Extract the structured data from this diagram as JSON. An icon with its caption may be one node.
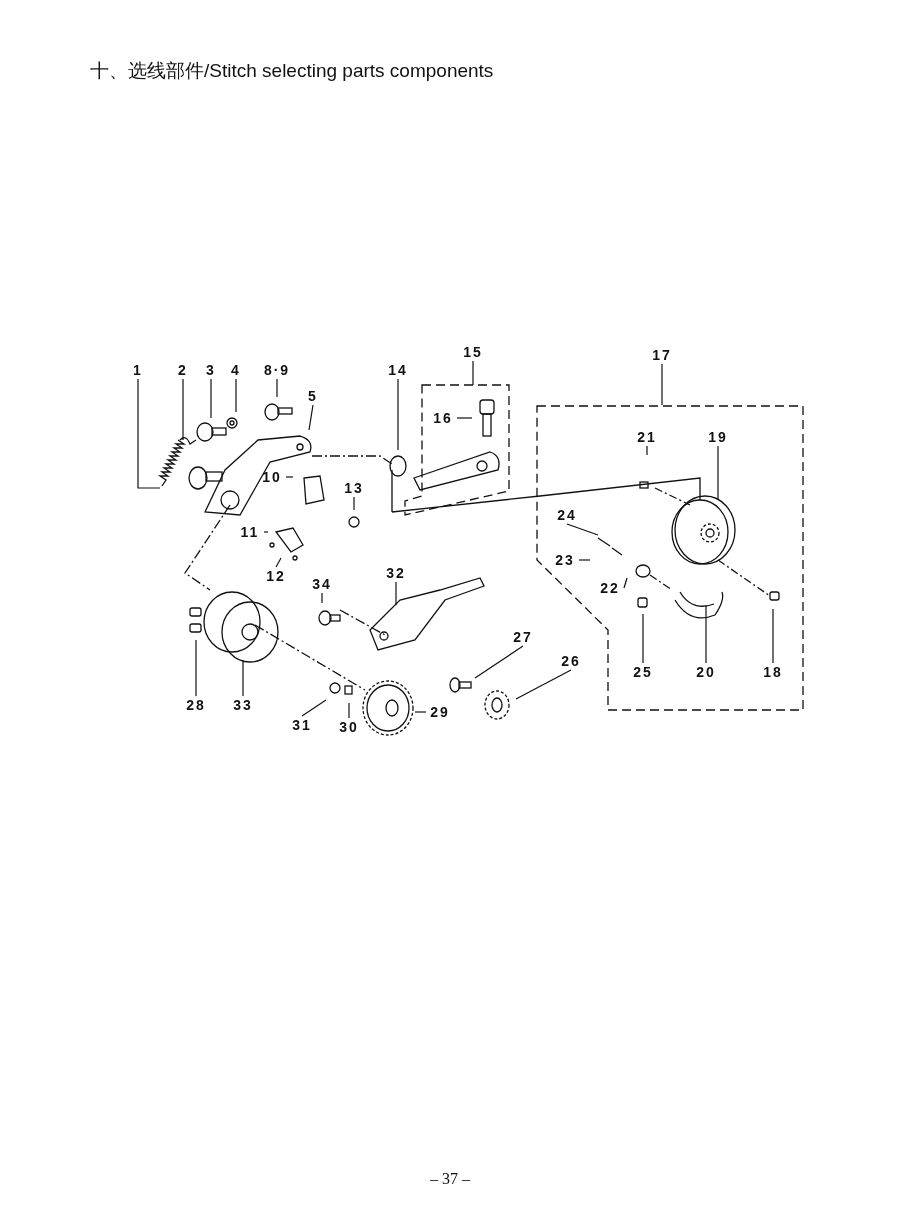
{
  "diagram": {
    "title": "十、选线部件/Stitch selecting parts components",
    "nodes": [
      {
        "text": [
          "1"
        ]
      },
      {
        "text": [
          "2"
        ]
      },
      {
        "text": [
          "3"
        ]
      },
      {
        "text": [
          "4"
        ]
      },
      {
        "text": [
          "8·9"
        ]
      },
      {
        "text": [
          "5"
        ]
      },
      {
        "text": [
          "14"
        ]
      },
      {
        "text": [
          "15"
        ]
      },
      {
        "text": [],
        "shape": "box"
      },
      {
        "text": [
          "16"
        ],
        "in": 8
      },
      {
        "text": [
          "17"
        ]
      },
      {
        "text": [],
        "shape": "box"
      },
      {
        "text": [
          "21"
        ],
        "in": 11
      },
      {
        "text": [
          "19"
        ],
        "in": 11
      },
      {
        "text": [
          "13"
        ]
      },
      {
        "text": [
          "10"
        ]
      },
      {
        "text": [
          "24"
        ],
        "in": 11
      },
      {
        "text": [
          "11"
        ]
      },
      {
        "text": [
          "23"
        ],
        "in": 11
      },
      {
        "text": [
          "22"
        ],
        "in": 11
      },
      {
        "text": [
          "12"
        ]
      },
      {
        "text": [
          "32"
        ]
      },
      {
        "text": [
          "34"
        ]
      },
      {
        "text": [
          "25"
        ],
        "in": 11
      },
      {
        "text": [
          "20"
        ],
        "in": 11
      },
      {
        "text": [
          "18"
        ],
        "in": 11
      },
      {
        "text": [
          "27"
        ]
      },
      {
        "text": [
          "26"
        ]
      },
      {
        "text": [
          "28"
        ]
      },
      {
        "text": [
          "33"
        ]
      },
      {
        "text": [
          "31"
        ]
      },
      {
        "text": [
          "30"
        ]
      },
      {
        "text": [
          "29"
        ]
      }
    ],
    "edges": [
      {
        "from": 0,
        "to": null,
        "arrow": "none"
      },
      {
        "from": 1,
        "to": null,
        "arrow": "none"
      },
      {
        "from": 2,
        "to": null,
        "arrow": "none"
      },
      {
        "from": 3,
        "to": null,
        "arrow": "none"
      },
      {
        "from": 4,
        "to": null,
        "arrow": "none"
      },
      {
        "from": 5,
        "to": null,
        "arrow": "none"
      },
      {
        "from": 6,
        "to": null,
        "arrow": "none"
      },
      {
        "from": 7,
        "to": 8,
        "arrow": "none"
      },
      {
        "from": 9,
        "to": null,
        "arrow": "none"
      },
      {
        "from": 10,
        "to": 11,
        "arrow": "none"
      },
      {
        "from": 12,
        "to": null,
        "arrow": "none"
      },
      {
        "from": 13,
        "to": null,
        "arrow": "none"
      },
      {
        "from": 14,
        "to": null,
        "arrow": "none"
      },
      {
        "from": 15,
        "to": null,
        "arrow": "none"
      },
      {
        "from": 16,
        "to": null,
        "arrow": "none"
      },
      {
        "from": 17,
        "to": null,
        "arrow": "none"
      },
      {
        "from": 18,
        "to": null,
        "arrow": "none"
      },
      {
        "from": 19,
        "to": null,
        "arrow": "none"
      },
      {
        "from": 20,
        "to": null,
        "arrow": "none"
      },
      {
        "from": 21,
        "to": null,
        "arrow": "none"
      },
      {
        "from": 22,
        "to": null,
        "arrow": "none"
      },
      {
        "from": 23,
        "to": null,
        "arrow": "none"
      },
      {
        "from": 24,
        "to": null,
        "arrow": "none"
      },
      {
        "from": 25,
        "to": null,
        "arrow": "none"
      },
      {
        "from": 26,
        "to": null,
        "arrow": "none"
      },
      {
        "from": 27,
        "to": null,
        "arrow": "none"
      },
      {
        "from": 28,
        "to": null,
        "arrow": "none"
      },
      {
        "from": 29,
        "to": null,
        "arrow": "none"
      },
      {
        "from": 30,
        "to": null,
        "arrow": "none"
      },
      {
        "from": 31,
        "to": null,
        "arrow": "none"
      },
      {
        "from": 32,
        "to": null,
        "arrow": "none"
      }
    ],
    "labels": [
      "– 37 –"
    ]
  }
}
